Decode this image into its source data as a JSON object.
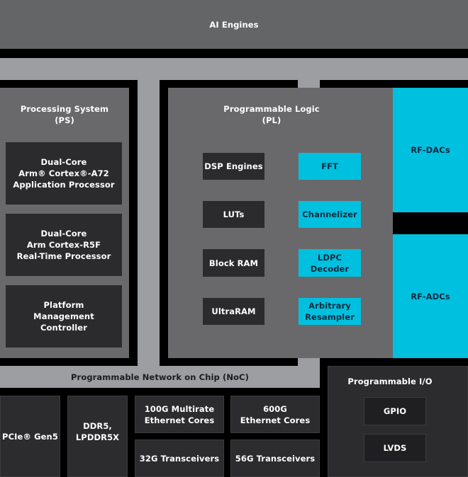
{
  "colors": {
    "ai_engines": "#646567",
    "noc": "#9d9ea1",
    "region": "#69696b",
    "block_dark": "#2b2b2e",
    "accent_cyan": "#00c0df",
    "background": "#000000"
  },
  "ai_engines": {
    "label": "AI Engines"
  },
  "noc": {
    "label": "Programmable Network on Chip (NoC)"
  },
  "processing_system": {
    "title": "Processing System\n(PS)",
    "blocks": [
      {
        "label": "Dual-Core\nArm® Cortex®-A72\nApplication Processor"
      },
      {
        "label": "Dual-Core\nArm Cortex-R5F\nReal-Time Processor"
      },
      {
        "label": "Platform\nManagement\nController"
      }
    ]
  },
  "programmable_logic": {
    "title": "Programmable Logic\n(PL)",
    "left_blocks": [
      {
        "label": "DSP Engines"
      },
      {
        "label": "LUTs"
      },
      {
        "label": "Block RAM"
      },
      {
        "label": "UltraRAM"
      }
    ],
    "right_blocks": [
      {
        "label": "FFT"
      },
      {
        "label": "Channelizer"
      },
      {
        "label": "LDPC Decoder"
      },
      {
        "label": "Arbitrary\nResampler"
      }
    ]
  },
  "rf": {
    "dacs": "RF-DACs",
    "adcs": "RF-ADCs"
  },
  "bottom": {
    "pcie": "PCIe® Gen5",
    "ddr": "DDR5,\nLPDDR5X",
    "eth100": "100G Multirate\nEthernet Cores",
    "eth600": "600G\nEthernet Cores",
    "tx32": "32G Transceivers",
    "tx56": "56G Transceivers"
  },
  "programmable_io": {
    "title": "Programmable I/O",
    "blocks": [
      {
        "label": "GPIO"
      },
      {
        "label": "LVDS"
      }
    ]
  }
}
